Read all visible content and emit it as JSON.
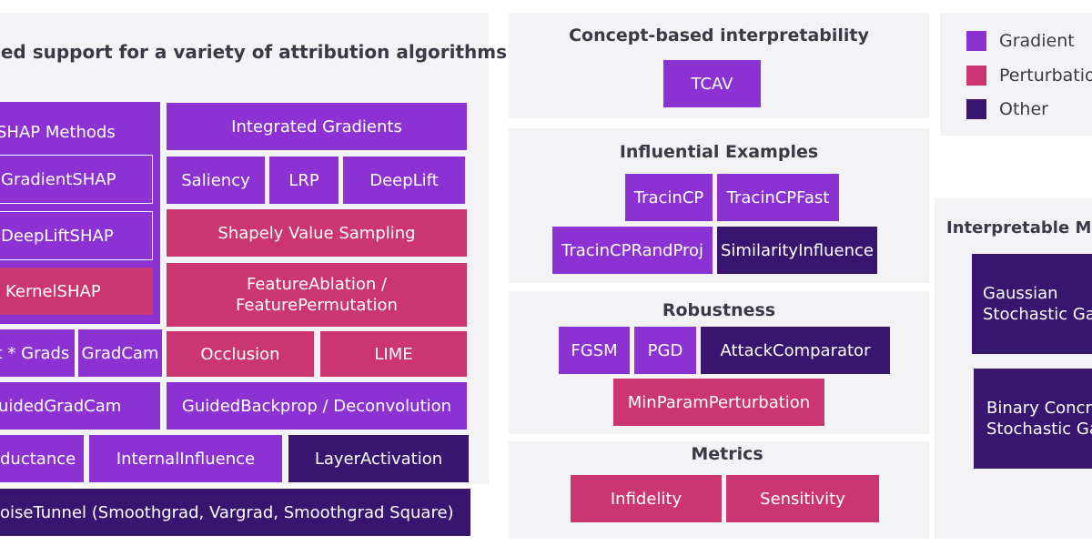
{
  "attribution": {
    "title": "ied support for a variety of attribution algorithms",
    "shap": {
      "label": "SHAP Methods",
      "gradientshap": "GradientSHAP",
      "deepliftshap": "DeepLiftSHAP",
      "kernelshap": "KernelSHAP"
    },
    "integrated_gradients": "Integrated Gradients",
    "saliency": "Saliency",
    "lrp": "LRP",
    "deeplift": "DeepLift",
    "shapley_sampling": "Shapely Value Sampling",
    "feature_ablation": "FeatureAblation /\nFeaturePermutation",
    "input_x_grads": "t * Grads",
    "gradcam": "GradCam",
    "occlusion": "Occlusion",
    "lime": "LIME",
    "guided_gradcam": "uidedGradCam",
    "guided_backprop": "GuidedBackprop / Deconvolution",
    "conductance": "ductance",
    "internal_influence": "InternalInfluence",
    "layer_activation": "LayerActivation",
    "noise_tunnel": "oiseTunnel (Smoothgrad, Vargrad, Smoothgrad Square)"
  },
  "concept": {
    "title": "Concept-based interpretability",
    "tcav": "TCAV"
  },
  "influential": {
    "title": "Influential Examples",
    "tracincp": "TracinCP",
    "tracincp_fast": "TracinCPFast",
    "tracincp_randproj": "TracinCPRandProj",
    "similarity_influence": "SimilarityInfluence"
  },
  "robustness": {
    "title": "Robustness",
    "fgsm": "FGSM",
    "pgd": "PGD",
    "attack_comparator": "AttackComparator",
    "min_param_perturbation": "MinParamPerturbation"
  },
  "metrics": {
    "title": "Metrics",
    "infidelity": "Infidelity",
    "sensitivity": "Sensitivity"
  },
  "legend": {
    "items": [
      {
        "label": "Gradient",
        "color": "#8c32d2"
      },
      {
        "label": "Perturbatio",
        "color": "#cc3670"
      },
      {
        "label": "Other",
        "color": "#381670"
      }
    ]
  },
  "interpretable": {
    "title": "Interpretable M",
    "gaussian": "Gaussian\nStochastic Ga",
    "binary_concrete": "Binary Concr\nStochastic Ga"
  }
}
